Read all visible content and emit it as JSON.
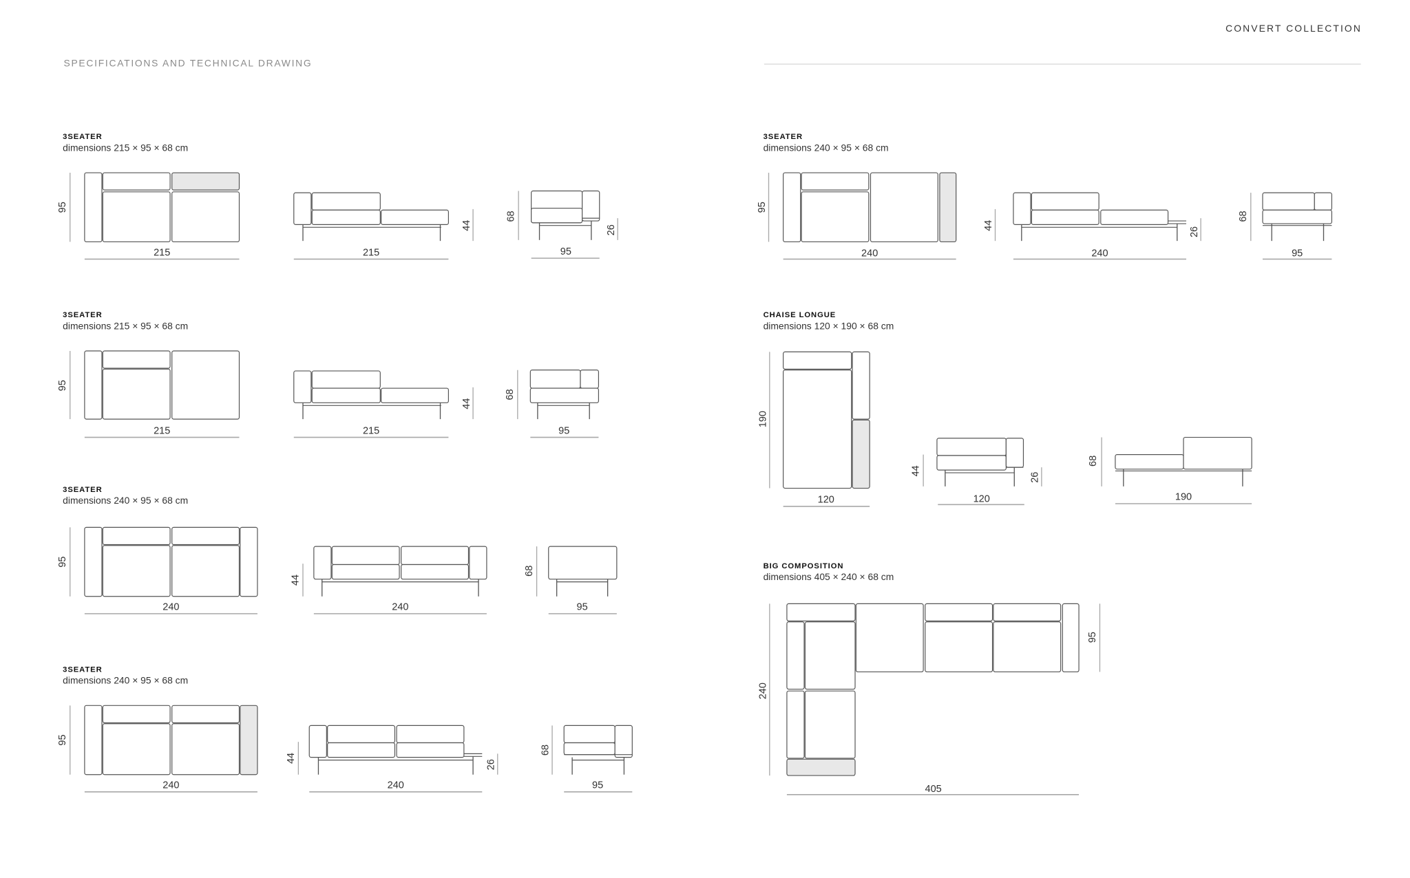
{
  "header": {
    "title": "SPECIFICATIONS AND TECHNICAL DRAWING",
    "collection": "CONVERT COLLECTION"
  },
  "products": [
    {
      "name": "3SEATER",
      "dimensions": "dimensions 215 × 95 × 68 cm",
      "top": {
        "width": "215",
        "depth": "95"
      },
      "side": {
        "width": "215",
        "height": "44"
      },
      "front": {
        "width": "95",
        "height": "68",
        "arm_height": "26"
      }
    },
    {
      "name": "3SEATER",
      "dimensions": "dimensions 215 × 95 × 68 cm",
      "top": {
        "width": "215",
        "depth": "95"
      },
      "side": {
        "width": "215",
        "height": "44"
      },
      "front": {
        "width": "95",
        "height": "68"
      }
    },
    {
      "name": "3SEATER",
      "dimensions": "dimensions 240 × 95 × 68 cm",
      "top": {
        "width": "240",
        "depth": "95"
      },
      "side": {
        "width": "240",
        "height": "44"
      },
      "front": {
        "width": "95",
        "height": "68"
      }
    },
    {
      "name": "3SEATER",
      "dimensions": "dimensions 240 × 95 × 68 cm",
      "top": {
        "width": "240",
        "depth": "95"
      },
      "side": {
        "width": "240",
        "height": "44",
        "arm_height": "26"
      },
      "front": {
        "width": "95",
        "height": "68"
      }
    },
    {
      "name": "3SEATER",
      "dimensions": "dimensions 240 × 95 × 68 cm",
      "top": {
        "width": "240",
        "depth": "95"
      },
      "side": {
        "width": "240",
        "height": "44",
        "arm_height": "26"
      },
      "front": {
        "width": "95",
        "height": "68"
      }
    },
    {
      "name": "CHAISE LONGUE",
      "dimensions": "dimensions 120 × 190 × 68 cm",
      "top": {
        "width": "120",
        "depth": "190"
      },
      "side": {
        "width": "120",
        "height": "44",
        "arm_height": "26"
      },
      "front": {
        "width": "190",
        "height": "68"
      }
    },
    {
      "name": "BIG COMPOSITION",
      "dimensions": "dimensions 405 × 240 × 68 cm",
      "top": {
        "width": "405",
        "depth": "240",
        "module_depth": "95"
      }
    }
  ],
  "colors": {
    "outline": "#555555",
    "dimension_line": "#a8a8a8",
    "highlight_fill": "#e8e8e8",
    "rule": "#d8d8d8"
  }
}
